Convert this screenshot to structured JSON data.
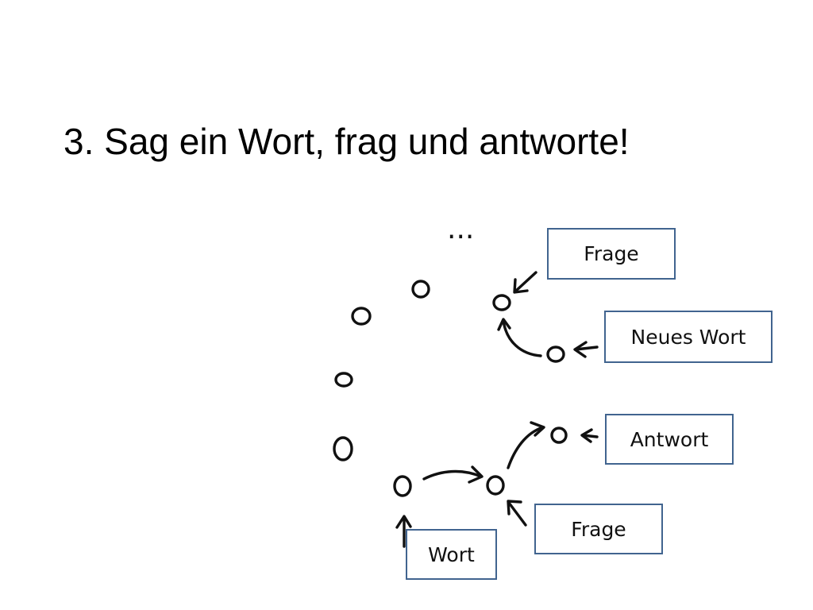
{
  "slide": {
    "title": "3. Sag ein Wort, frag und antworte!"
  },
  "diagram": {
    "ellipsis": "...",
    "labels": {
      "frage_top": "Frage",
      "neues_wort": "Neues Wort",
      "antwort": "Antwort",
      "frage_bottom": "Frage",
      "wort": "Wort"
    }
  },
  "colors": {
    "box_border": "#41648f",
    "ink": "#111111"
  }
}
